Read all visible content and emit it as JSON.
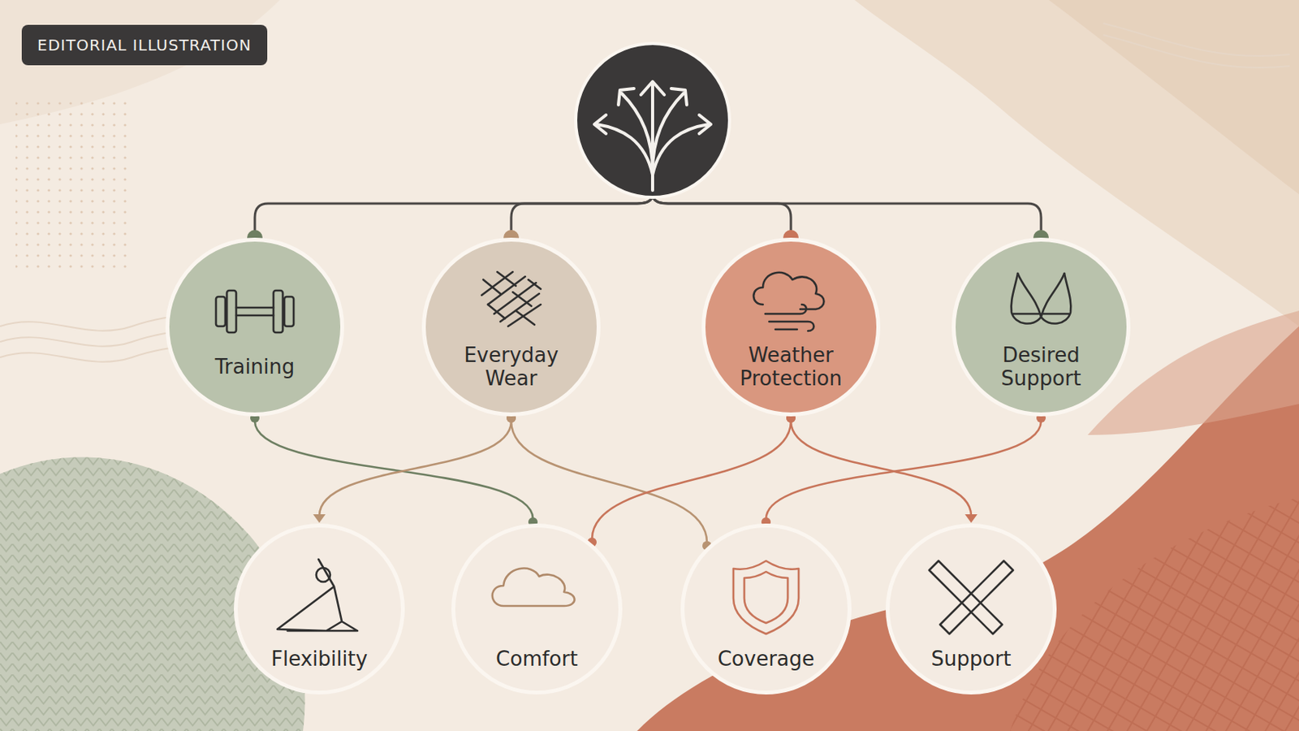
{
  "diagram": {
    "nodes": [
      {
        "text": [
          "EDITORIAL ILLUSTRATION"
        ]
      },
      {
        "text": [
          "Training"
        ]
      },
      {
        "text": [
          "Everyday Wear"
        ]
      },
      {
        "text": [
          "Weather Protection"
        ]
      },
      {
        "text": [
          "Desired Support"
        ]
      },
      {
        "text": [
          "Flexibility"
        ]
      },
      {
        "text": [
          "Comfort"
        ]
      },
      {
        "text": [
          "Coverage"
        ]
      },
      {
        "text": [
          "Support"
        ]
      }
    ],
    "edges": [
      {
        "from": 1,
        "to": 6,
        "arrow": "none"
      },
      {
        "from": 2,
        "to": 5,
        "arrow": "to"
      },
      {
        "from": 2,
        "to": 7,
        "arrow": "none"
      },
      {
        "from": 3,
        "to": 6,
        "arrow": "none"
      },
      {
        "from": 3,
        "to": 8,
        "arrow": "to"
      },
      {
        "from": 4,
        "to": 7,
        "arrow": "none"
      }
    ]
  }
}
